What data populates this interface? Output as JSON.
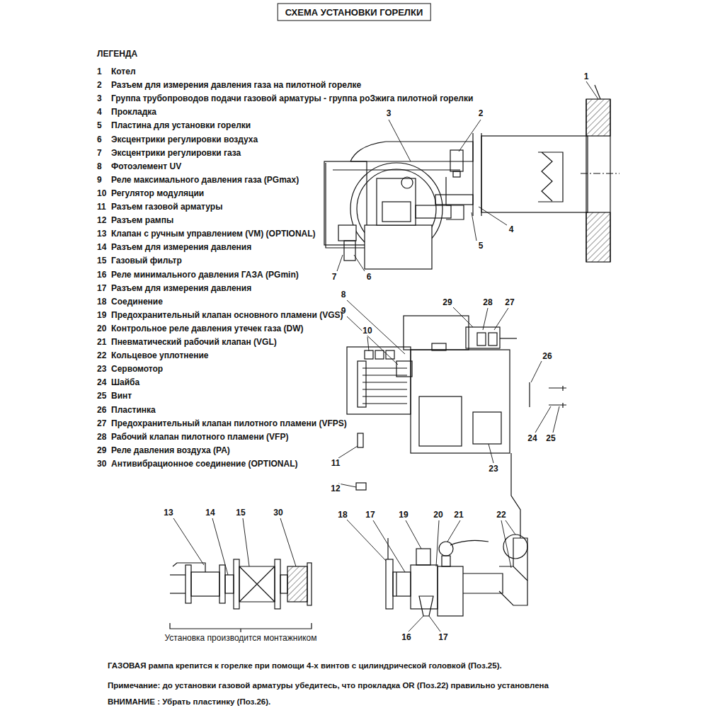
{
  "diagram": {
    "title": "СХЕМА УСТАНОВКИ ГОРЕЛКИ",
    "labels": [
      "ЛЕГЕНДА",
      "1",
      "2",
      "3",
      "4",
      "5",
      "6",
      "7",
      "8",
      "9",
      "10",
      "11",
      "12",
      "13",
      "14",
      "15",
      "16",
      "17",
      "18",
      "19",
      "20",
      "21",
      "22",
      "23",
      "24",
      "25",
      "26",
      "27",
      "28",
      "29",
      "30",
      "1",
      "3",
      "2",
      "4",
      "5",
      "7",
      "6",
      "8",
      "9",
      "10",
      "29",
      "28",
      "27",
      "26",
      "24",
      "25",
      "11",
      "12",
      "23",
      "13",
      "14",
      "15",
      "30",
      "18",
      "17",
      "19",
      "20",
      "21",
      "22",
      "16",
      "17",
      "Установка производится монтажником",
      "ГАЗОВАЯ рампа крепится к горелке при помощи 4-х винтов с цилиндрической головкой (Поз.25).",
      "Примечание: до установки газовой арматуры убедитесь, что прокладка OR (Поз.22) правильно установлена",
      "ВНИМАНИЕ : Убрать пластинку (Поз.26)."
    ],
    "legend": [
      {
        "text": "Котел"
      },
      {
        "text": "Разъем для измерения давления газа на пилотной горелке"
      },
      {
        "text": "Группа трубопроводов подачи газовой арматуры - группа роЗжига пилотной горелки"
      },
      {
        "text": "Прокладка"
      },
      {
        "text": "Пластина для установки горелки"
      },
      {
        "text": "Эксцентрики регулировки воздуха"
      },
      {
        "text": "Эксцентрики регулировки газа"
      },
      {
        "text": "Фотоэлемент UV"
      },
      {
        "text": "Реле максимального давления газа (PGmax)"
      },
      {
        "text": "Регулятор модуляции"
      },
      {
        "text": "Разъем газовой арматуры"
      },
      {
        "text": "Разъем рампы"
      },
      {
        "text": "Клапан с ручным управлением (VM) (OPTIONAL)"
      },
      {
        "text": "Разъем для измерения давления"
      },
      {
        "text": "Газовый фильтр"
      },
      {
        "text": "Реле минимального давления ГАЗА (PGmin)"
      },
      {
        "text": "Разъем для измерения давления"
      },
      {
        "text": "Соединение"
      },
      {
        "text": "Предохранительный клапан основного пламени (VGS)"
      },
      {
        "text": "Контрольное реле давления утечек газа (DW)"
      },
      {
        "text": "Пневматический рабочий клапан (VGL)"
      },
      {
        "text": "Кольцевое уплотнение"
      },
      {
        "text": "Сервомотор"
      },
      {
        "text": "Шайба"
      },
      {
        "text": "Винт"
      },
      {
        "text": "Пластинка"
      },
      {
        "text": "Предохранительный клапан пилотного пламени (VFPS)"
      },
      {
        "text": "Рабочий клапан пилотного пламени (VFP)"
      },
      {
        "text": "Реле давления воздуха (PA)"
      },
      {
        "text": "Антивибрационное соединение (OPTIONAL)"
      }
    ]
  }
}
